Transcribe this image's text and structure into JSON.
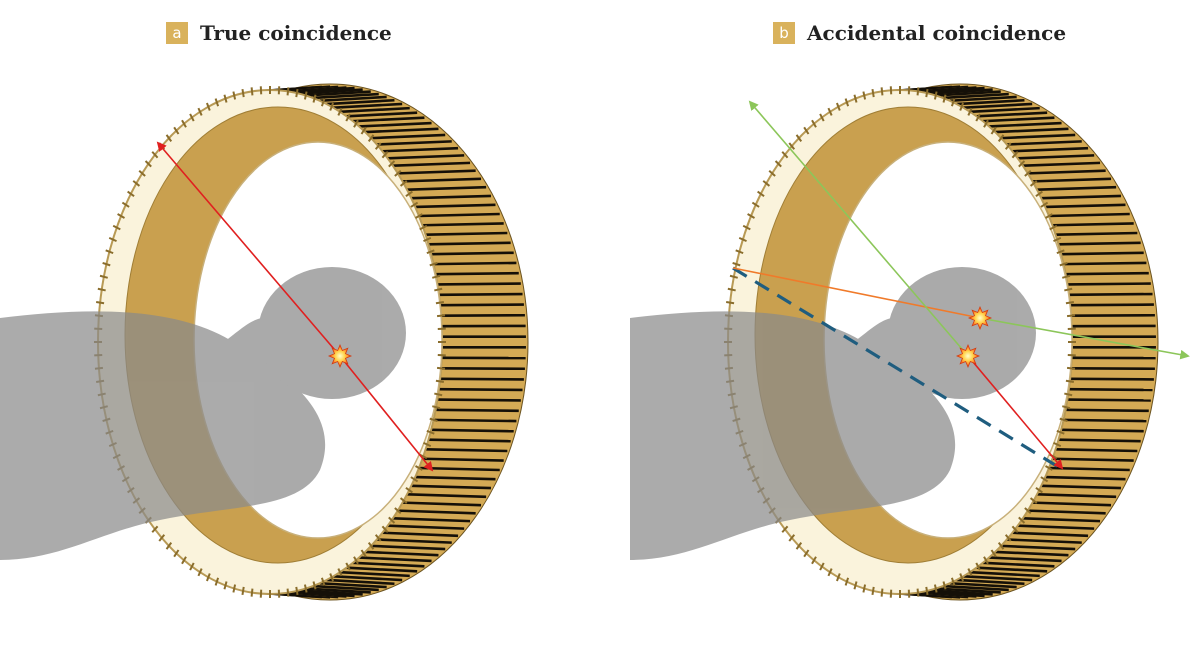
{
  "colors": {
    "badge": "#d9b25c",
    "detector_gold": "#d4aa55",
    "detector_light": "#faf3dc",
    "body_gray": "#8a8a8a",
    "true_line": "#e02020",
    "scatter_line": "#f07a2a",
    "random_line": "#8cc65a",
    "accidental_lor": "#1f5d7f"
  },
  "panels": [
    {
      "letter": "a",
      "title": "True coincidence"
    },
    {
      "letter": "b",
      "title": "Accidental coincidence"
    }
  ],
  "icons": {
    "annihilation": "explosion-icon"
  }
}
